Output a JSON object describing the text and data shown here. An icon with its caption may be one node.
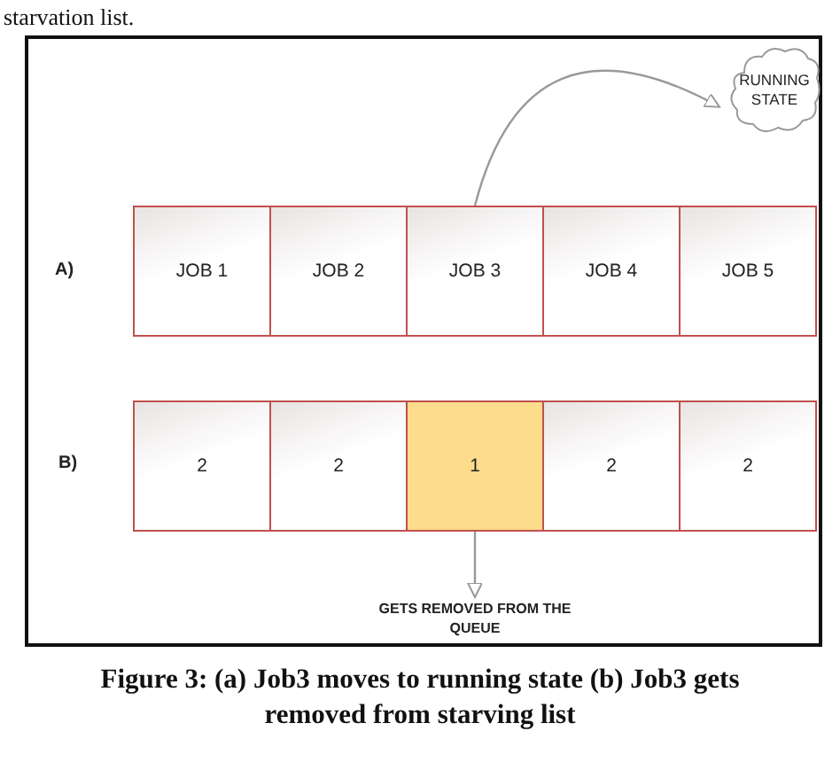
{
  "diagram": {
    "caption": "Figure 3: (a) Job3 moves to running state (b) Job3 gets removed from starving list",
    "nodes": [
      {
        "text": [
          "RUNNING STATE"
        ]
      },
      {
        "text": [
          "JOB 1"
        ]
      },
      {
        "text": [
          "JOB 2"
        ]
      },
      {
        "text": [
          "JOB 3"
        ]
      },
      {
        "text": [
          "JOB 4"
        ]
      },
      {
        "text": [
          "JOB 5"
        ]
      },
      {
        "text": [
          "2"
        ]
      },
      {
        "text": [
          "2"
        ]
      },
      {
        "text": [
          "1"
        ]
      },
      {
        "text": [
          "2"
        ]
      },
      {
        "text": [
          "2"
        ]
      },
      {
        "text": [
          "GETS REMOVED FROM THE QUEUE"
        ]
      }
    ],
    "edges": [
      {
        "from": 3,
        "to": 0,
        "arrow": "to"
      },
      {
        "from": 8,
        "to": 11,
        "arrow": "to"
      }
    ],
    "labels": [
      "starvation list.",
      "A)",
      "B)"
    ]
  }
}
